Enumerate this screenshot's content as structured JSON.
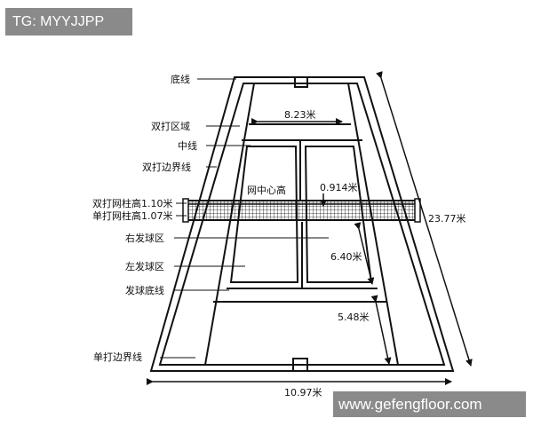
{
  "watermark_top": "TG: MYYJJPP",
  "watermark_bottom": "www.gefengfloor.com",
  "labels": {
    "baseline": "底线",
    "doubles_area": "双打区域",
    "center_line": "中线",
    "doubles_sideline": "双打边界线",
    "doubles_post_height": "双打网柱高1.10米",
    "singles_post_height": "单打网柱高1.07米",
    "right_service_court": "右发球区",
    "left_service_court": "左发球区",
    "service_baseline": "发球底线",
    "singles_sideline": "单打边界线",
    "net_center_height": "网中心高"
  },
  "dimensions": {
    "singles_width": "8.23米",
    "net_center": "0.914米",
    "court_length": "23.77米",
    "service_depth": "6.40米",
    "backcourt_depth": "5.48米",
    "court_width": "10.97米"
  },
  "colors": {
    "line": "#111111",
    "watermark_bg": "#8a8a8a",
    "watermark_text": "#ffffff"
  }
}
